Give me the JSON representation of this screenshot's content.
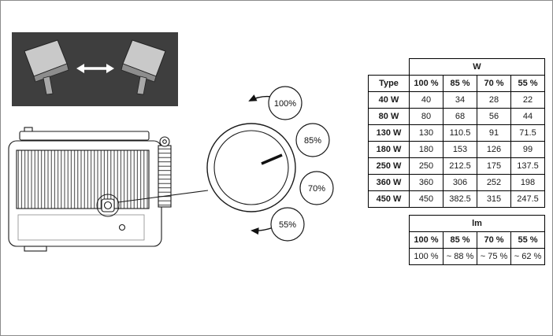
{
  "inset": {
    "arrow_icon": "double-headed-arrow"
  },
  "dial": {
    "levels": [
      "100%",
      "85%",
      "70%",
      "55%"
    ]
  },
  "power_table": {
    "unit": "W",
    "headers": [
      "Type",
      "100 %",
      "85 %",
      "70 %",
      "55 %"
    ],
    "rows": [
      [
        "40 W",
        "40",
        "34",
        "28",
        "22"
      ],
      [
        "80 W",
        "80",
        "68",
        "56",
        "44"
      ],
      [
        "130 W",
        "130",
        "110.5",
        "91",
        "71.5"
      ],
      [
        "180 W",
        "180",
        "153",
        "126",
        "99"
      ],
      [
        "250 W",
        "250",
        "212.5",
        "175",
        "137.5"
      ],
      [
        "360 W",
        "360",
        "306",
        "252",
        "198"
      ],
      [
        "450 W",
        "450",
        "382.5",
        "315",
        "247.5"
      ]
    ]
  },
  "lumen_table": {
    "unit": "lm",
    "headers": [
      "100 %",
      "85 %",
      "70 %",
      "55 %"
    ],
    "values": [
      "100 %",
      "~ 88 %",
      "~ 75 %",
      "~ 62 %"
    ]
  }
}
